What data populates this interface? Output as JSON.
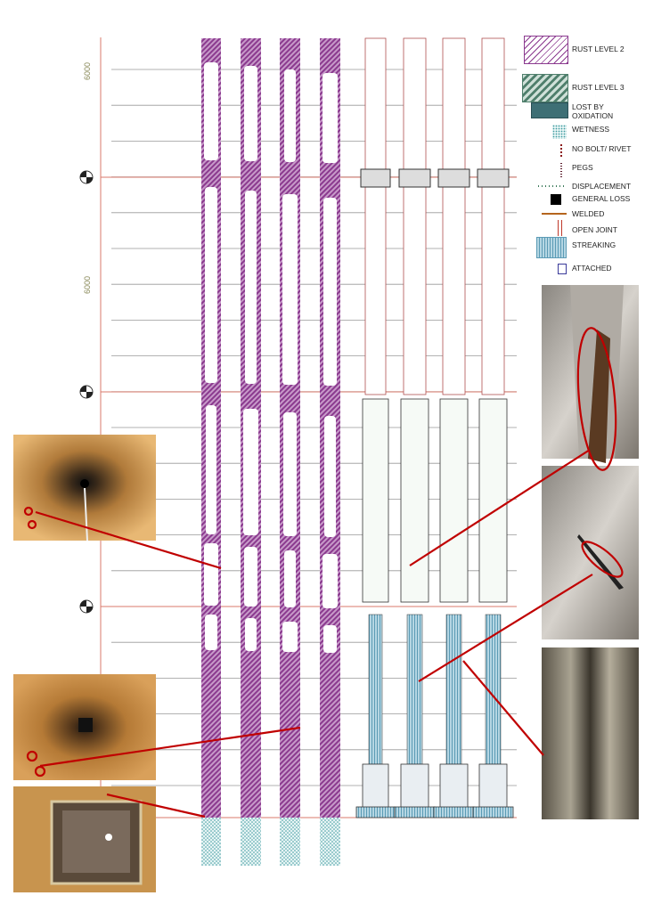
{
  "axis": {
    "labels": [
      "6000",
      "6000"
    ]
  },
  "legend": {
    "items": [
      {
        "label": "RUST LEVEL 2",
        "icon": "rust-level-2-swatch",
        "color": "#8b3a8f"
      },
      {
        "label": "RUST LEVEL 3",
        "icon": "rust-level-3-swatch",
        "color": "#4f7f6c"
      },
      {
        "label": "LOST BY\nOXIDATION",
        "icon": "lost-by-oxidation-swatch",
        "color": "#3e6f75"
      },
      {
        "label": "WETNESS",
        "icon": "wetness-swatch",
        "color": "#4aa0a6"
      },
      {
        "label": "NO BOLT/ RIVET",
        "icon": "no-bolt-rivet-swatch",
        "color": "#8b1a1a"
      },
      {
        "label": "PEGS",
        "icon": "pegs-swatch",
        "color": "#5a1a2a"
      },
      {
        "label": "DISPLACEMENT",
        "icon": "displacement-swatch",
        "color": "#3b7a5a"
      },
      {
        "label": "GENERAL LOSS",
        "icon": "general-loss-swatch",
        "color": "#000000"
      },
      {
        "label": "WELDED",
        "icon": "welded-swatch",
        "color": "#b5651d"
      },
      {
        "label": "OPEN JOINT",
        "icon": "open-joint-swatch",
        "color": "#c0392b"
      },
      {
        "label": "STREAKING",
        "icon": "streaking-swatch",
        "color": "#5b9bb5"
      },
      {
        "label": "ATTACHED",
        "icon": "attached-swatch",
        "color": "#3a3a9a"
      }
    ]
  },
  "colors": {
    "level_line": "#d9786b",
    "leader": "#c00000",
    "purple": "#8b3a8f",
    "teal": "#4aa0a6"
  }
}
